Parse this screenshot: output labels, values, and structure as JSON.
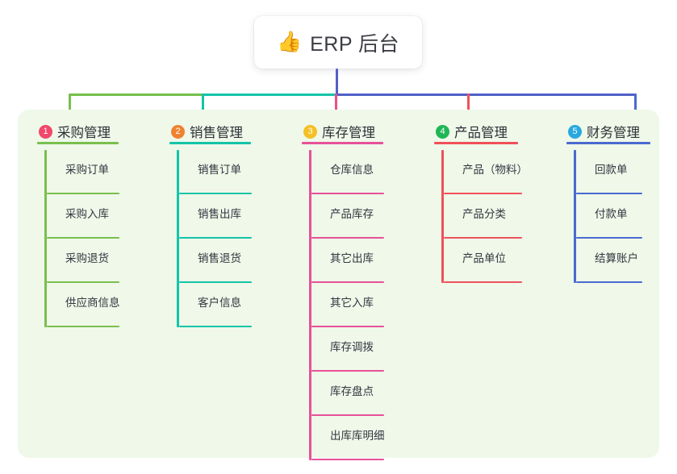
{
  "root": {
    "icon": "thumbs-up-emoji",
    "icon_glyph": "👍",
    "title": "ERP 后台"
  },
  "theme": {
    "page_background": "#ffffff",
    "panel_background": "#eff8e9",
    "root_text": "#3b3d44",
    "connector_left": "#74bf4a",
    "connector_mid": "#14c4a8",
    "connector_right": "#5060c8",
    "stem": "#5060c8"
  },
  "columns": [
    {
      "number": "1",
      "badge_color": "#f2476a",
      "line_color": "#79bf4e",
      "stub_color": "#79bf4e",
      "title": "采购管理",
      "items": [
        "采购订单",
        "采购入库",
        "采购退货",
        "供应商信息"
      ]
    },
    {
      "number": "2",
      "badge_color": "#ef8230",
      "line_color": "#14c4a8",
      "stub_color": "#14c4a8",
      "title": "销售管理",
      "items": [
        "销售订单",
        "销售出库",
        "销售退货",
        "客户信息"
      ]
    },
    {
      "number": "3",
      "badge_color": "#f5c024",
      "line_color": "#e8509a",
      "stub_color": "#ef4f86",
      "title": "库存管理",
      "items": [
        "仓库信息",
        "产品库存",
        "其它出库",
        "其它入库",
        "库存调拨",
        "库存盘点",
        "出库库明细"
      ]
    },
    {
      "number": "4",
      "badge_color": "#1fb755",
      "line_color": "#f0515a",
      "stub_color": "#f0515a",
      "title": "产品管理",
      "items": [
        "产品（物料）",
        "产品分类",
        "产品单位"
      ]
    },
    {
      "number": "5",
      "badge_color": "#29a8e0",
      "line_color": "#4a6ad0",
      "stub_color": "#4a6ad0",
      "title": "财务管理",
      "items": [
        "回款单",
        "付款单",
        "结算账户"
      ]
    }
  ]
}
